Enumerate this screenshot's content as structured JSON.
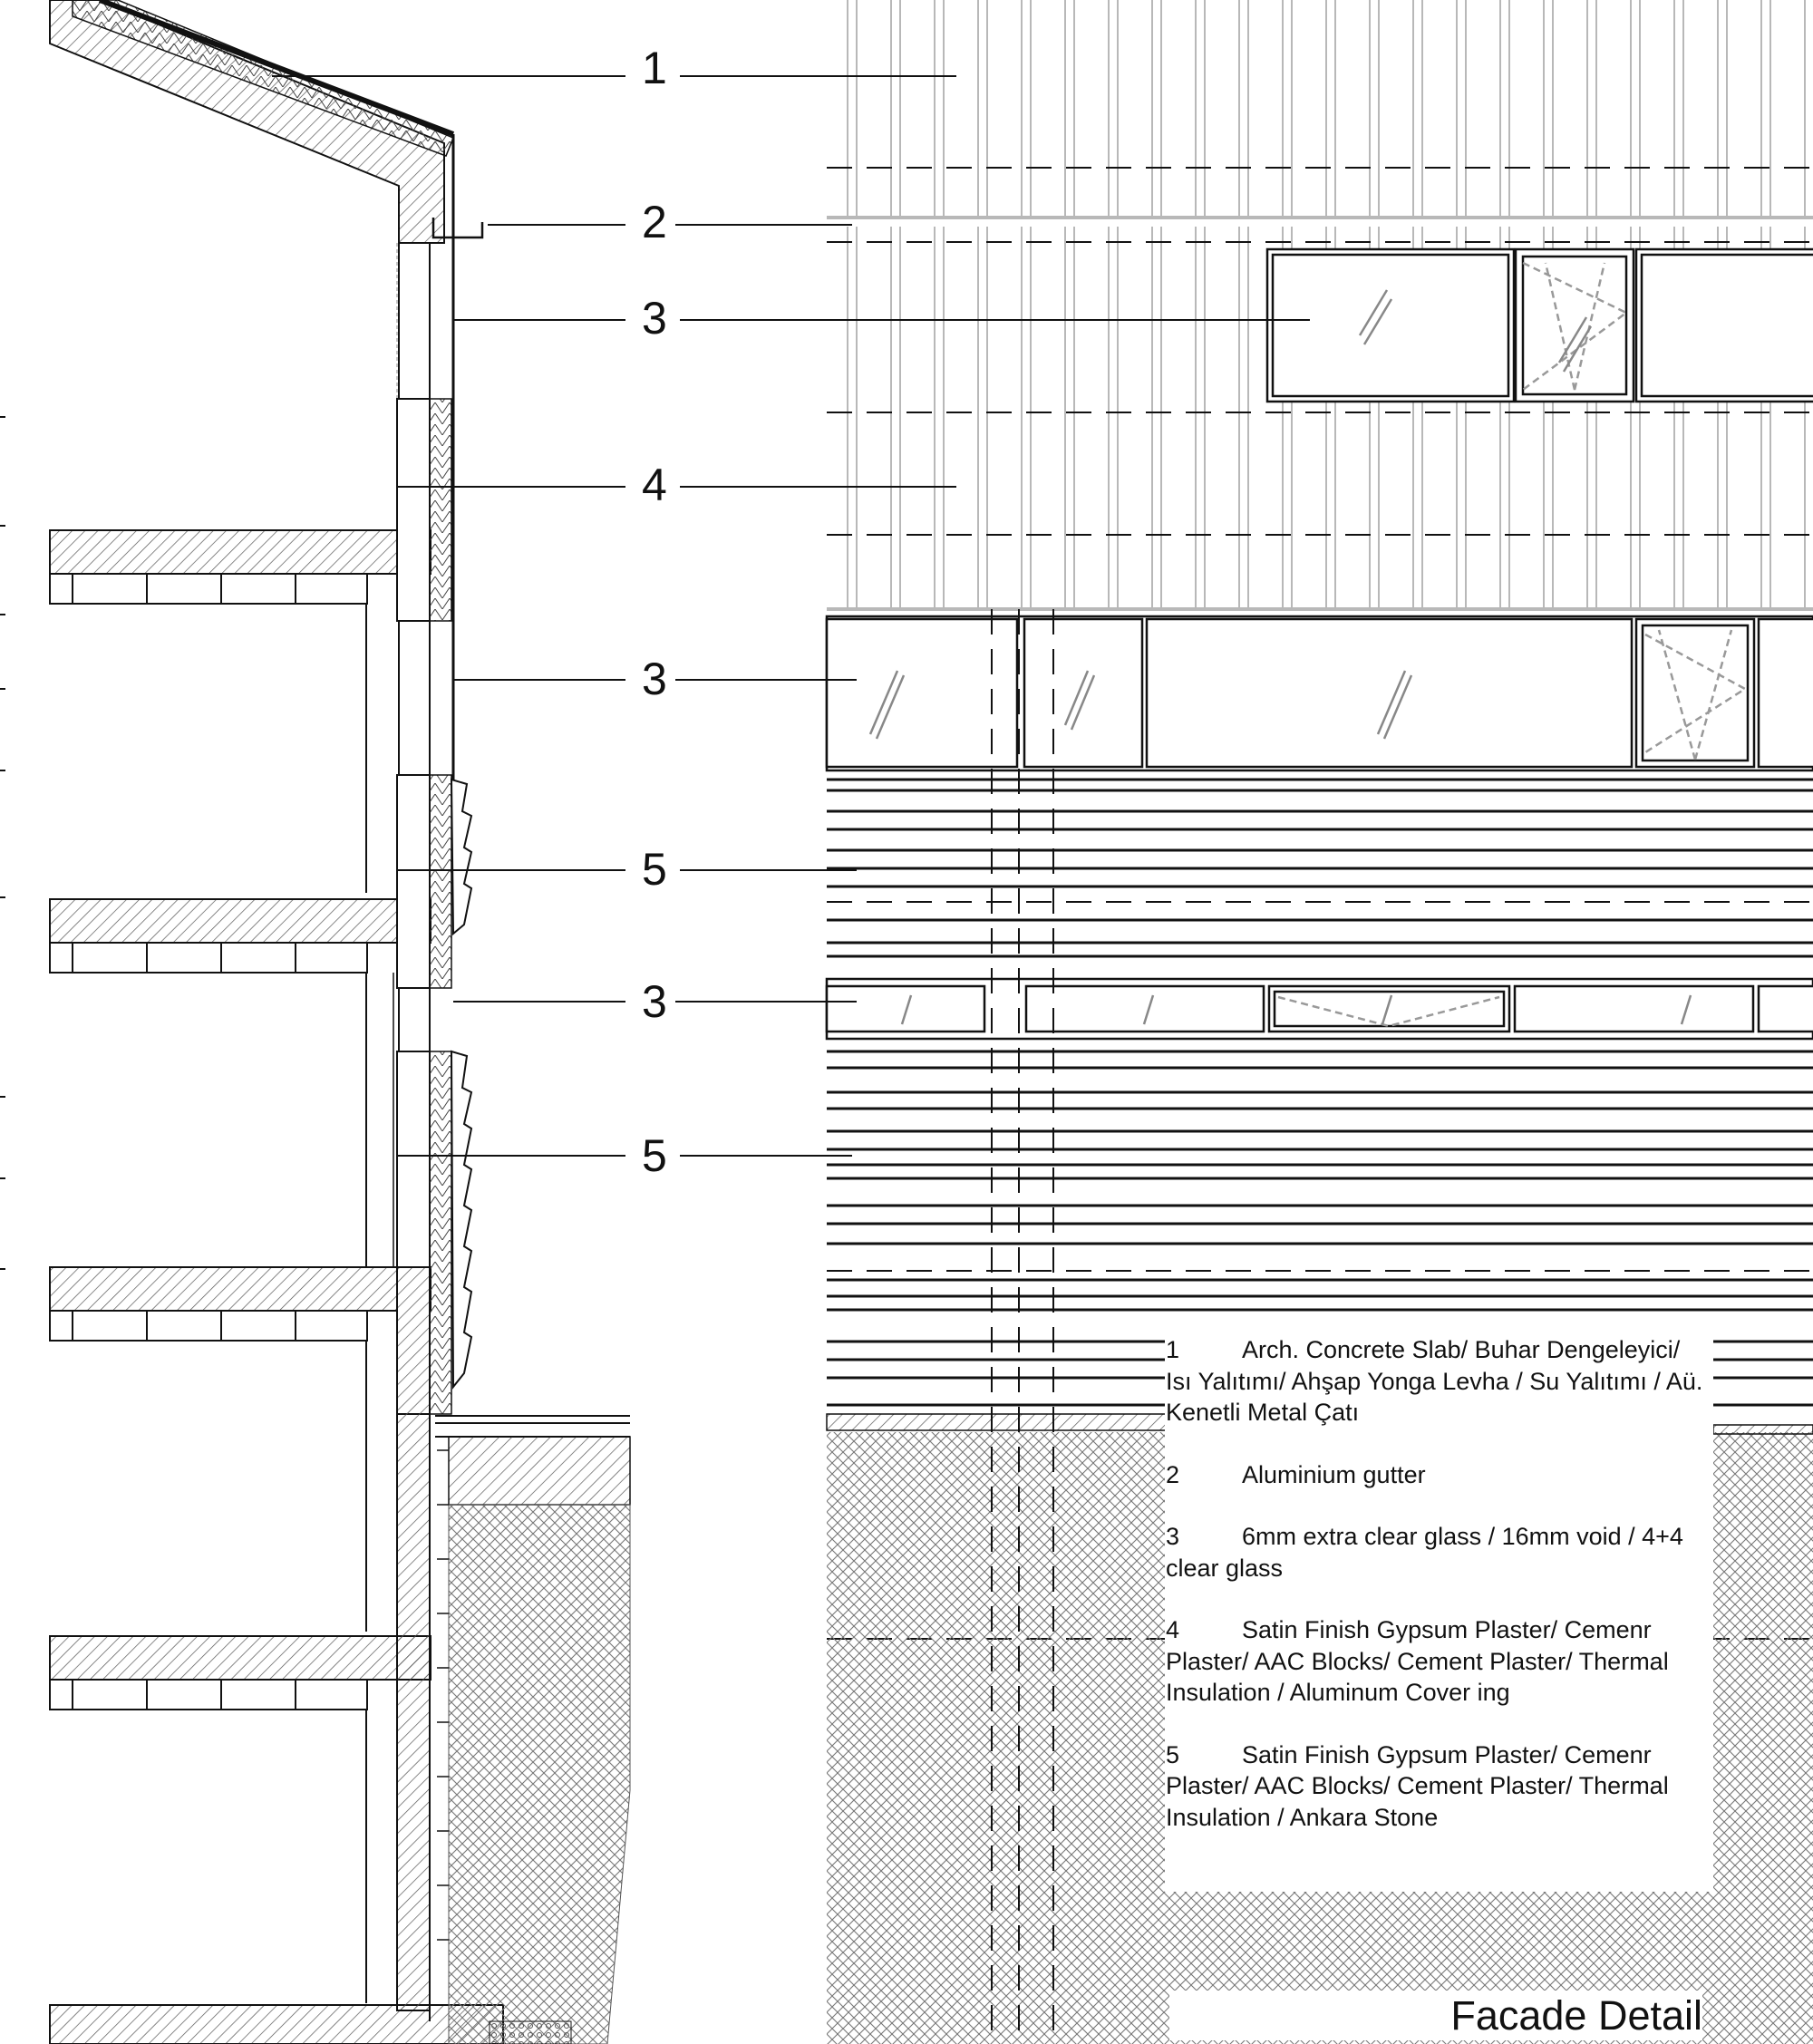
{
  "callouts": [
    "1",
    "2",
    "3",
    "4",
    "3",
    "5",
    "3",
    "5"
  ],
  "legend": [
    {
      "num": "1",
      "text": "Arch. Concrete Slab/ Buhar Dengeleyici/ Isı Yalıtımı/ Ahşap Yonga Levha / Su Yalıtımı / Aü. Kenetli Metal Çatı"
    },
    {
      "num": "2",
      "text": "Aluminium gutter"
    },
    {
      "num": "3",
      "text": "6mm extra clear glass / 16mm void / 4+4 clear glass"
    },
    {
      "num": "4",
      "text": "Satin Finish Gypsum Plaster/ Cemenr Plaster/ AAC Blocks/ Cement Plaster/ Thermal Insulation / Aluminum Cover ing"
    },
    {
      "num": "5",
      "text": "Satin Finish Gypsum Plaster/ Cemenr Plaster/ AAC Blocks/ Cement Plaster/ Thermal Insulation / Ankara Stone"
    }
  ],
  "title": "Facade Detail",
  "colors": {
    "ink": "#111111",
    "grey": "#b8b8b8",
    "paper": "#ffffff"
  }
}
